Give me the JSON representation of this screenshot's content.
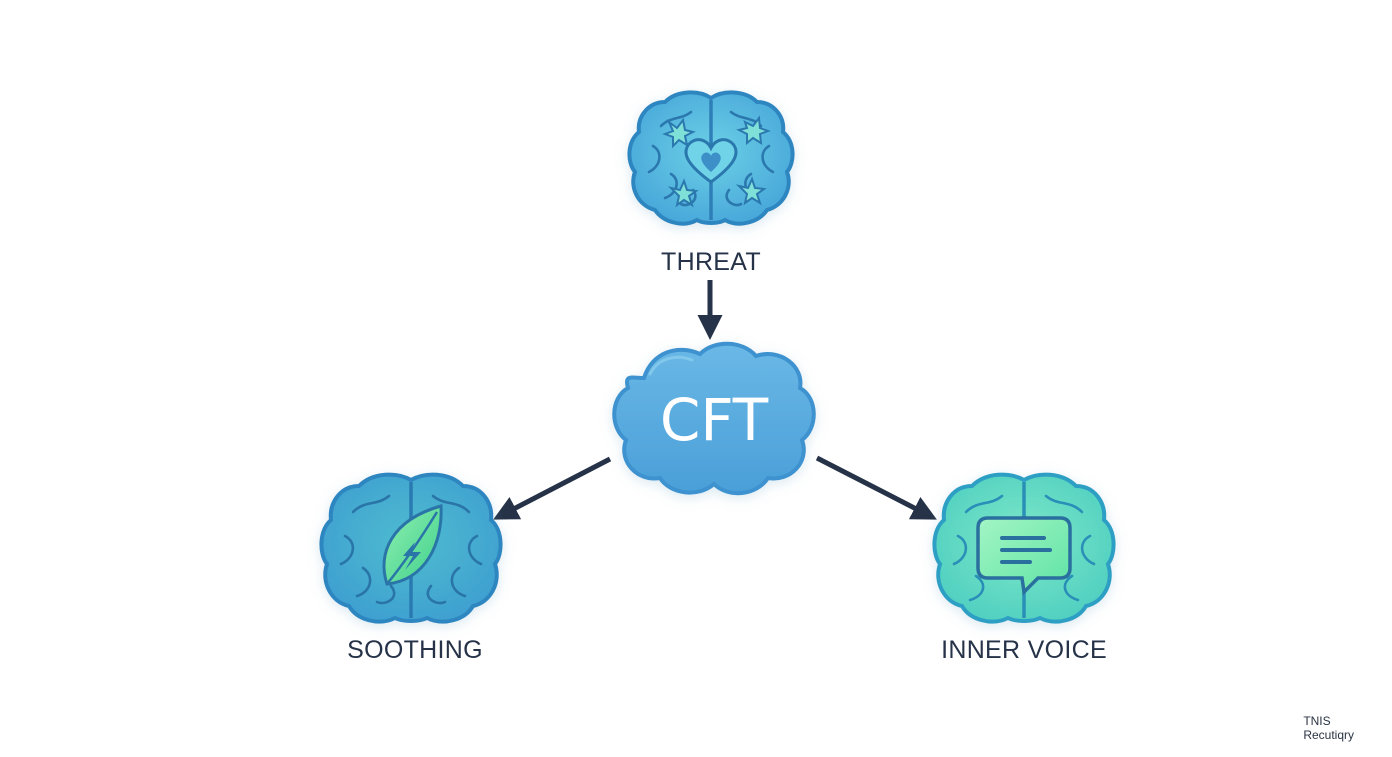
{
  "diagram": {
    "center": {
      "label": "CFT",
      "icon": "cloud-icon"
    },
    "nodes": [
      {
        "key": "threat",
        "label": "THREAT",
        "icon": "brain-heart-icon"
      },
      {
        "key": "soothing",
        "label": "SOOTHING",
        "icon": "brain-leaf-icon"
      },
      {
        "key": "inner_voice",
        "label": "INNER VOICE",
        "icon": "brain-chat-icon"
      }
    ],
    "arrows": [
      {
        "from": "THREAT",
        "to": "CFT"
      },
      {
        "from": "CFT",
        "to": "SOOTHING"
      },
      {
        "from": "CFT",
        "to": "INNER VOICE"
      }
    ]
  },
  "watermark": {
    "line1": "TNIS",
    "line2": "Recutiqry"
  },
  "colors": {
    "brain_fill": "#4fb6dc",
    "brain_stroke": "#2e86c1",
    "cloud_fill": "#5aaee0",
    "arrow": "#253247",
    "label": "#253247",
    "accent_green": "#5ee3a4",
    "inner_voice_fill": "#5fd6c4"
  }
}
